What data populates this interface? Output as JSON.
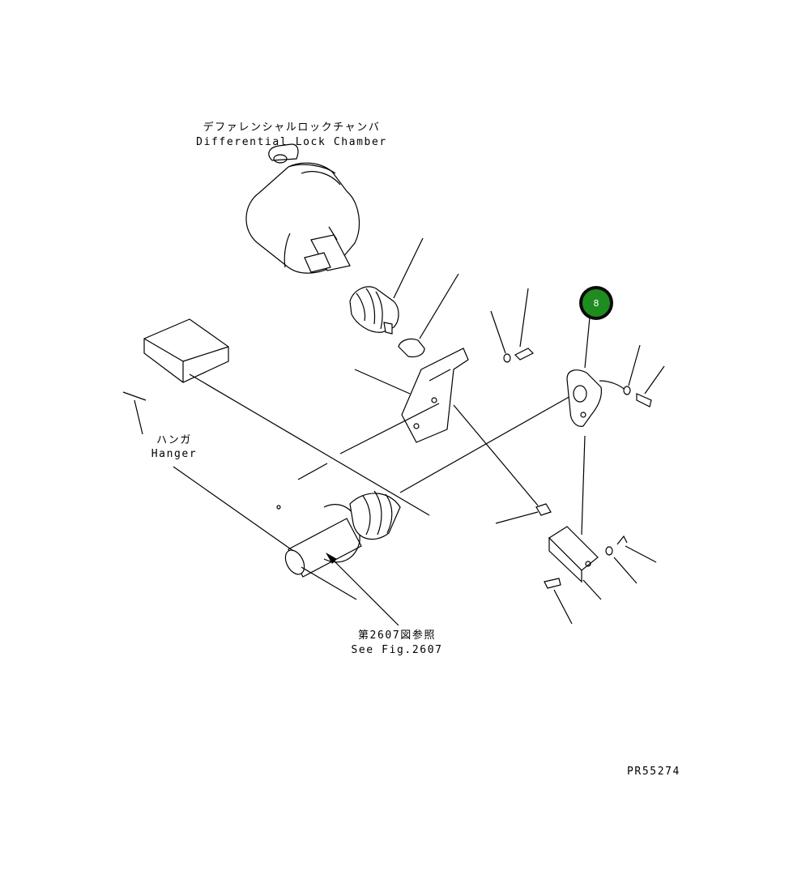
{
  "labels": {
    "chamber_jp": "デファレンシャルロックチャンバ",
    "chamber_en": "Differential Lock Chamber",
    "hanger_jp": "ハンガ",
    "hanger_en": "Hanger",
    "seefig_jp": "第2607図参照",
    "seefig_en": "See Fig.2607",
    "drawing_no": "PR55274"
  },
  "callout": {
    "number": "8",
    "color": "#1e8c1e"
  }
}
